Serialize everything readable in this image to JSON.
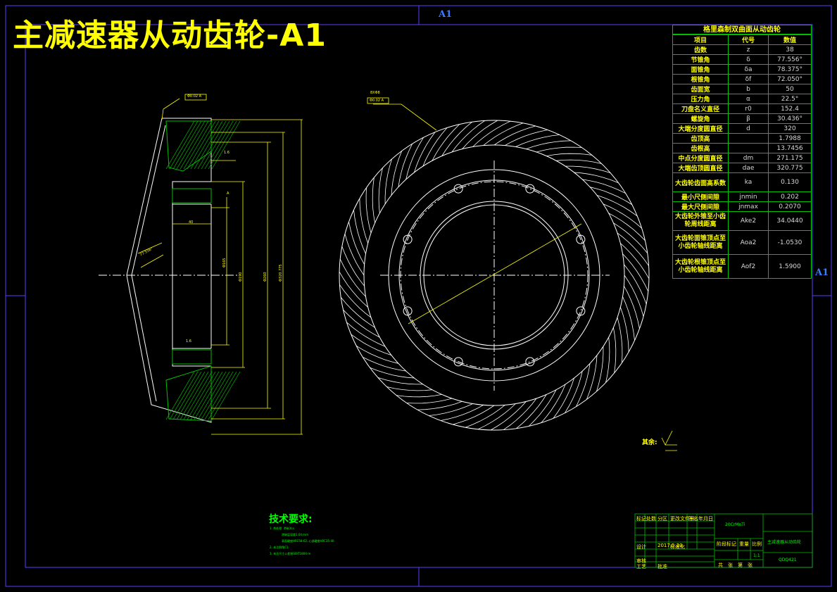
{
  "title": "主减速器从动齿轮-A1",
  "sheet_marks": [
    "A1",
    "A1"
  ],
  "param_table": {
    "title": "格里森制双曲面从动齿轮",
    "header": [
      "项目",
      "代号",
      "数值"
    ],
    "rows": [
      [
        "齿数",
        "z",
        "38"
      ],
      [
        "节锥角",
        "δ",
        "77.556°"
      ],
      [
        "面锥角",
        "δa",
        "78.375°"
      ],
      [
        "根锥角",
        "δf",
        "72.050°"
      ],
      [
        "齿面宽",
        "b",
        "50"
      ],
      [
        "压力角",
        "α",
        "22.5°"
      ],
      [
        "刀盘名义直径",
        "r0",
        "152.4"
      ],
      [
        "螺旋角",
        "β",
        "30.436°"
      ],
      [
        "大端分度圆直径",
        "d",
        "320"
      ],
      [
        "齿顶高",
        "",
        "1.7988"
      ],
      [
        "齿根高",
        "",
        "13.7456"
      ],
      [
        "中点分度圆直径",
        "dm",
        "271.175"
      ],
      [
        "大端齿顶圆直径",
        "dae",
        "320.775"
      ],
      [
        "大齿轮齿面高系数",
        "ka",
        "0.130"
      ],
      [
        "最小尺侧间隙",
        "jnmin",
        "0.202"
      ],
      [
        "最大尺侧间隙",
        "jnmax",
        "0.2070"
      ],
      [
        "大齿轮外锥至小齿轮周线距离",
        "Ake2",
        "34.0440"
      ],
      [
        "大齿轮面锥顶点至小齿轮轴线距离",
        "Aoa2",
        "-1.0530"
      ],
      [
        "大齿轮根锥顶点至小齿轮轴线距离",
        "Aof2",
        "1.5900"
      ]
    ]
  },
  "tech_requirements": {
    "title": "技术要求:",
    "lines": [
      "1. 热处理: 渗碳淬火",
      "渗碳层深度1.04 mm",
      "表面硬度HRC58-62, 心部硬度HRC35-40",
      "2. 未注倒角C1",
      "3. 未注尺寸公差按GB/T1804-m"
    ]
  },
  "rest_roughness": "其余:",
  "annotations": {
    "dim_40": "40",
    "dim_d1": "Φ165",
    "dim_d2": "Φ190",
    "dim_d3": "Φ260",
    "dim_d4": "Φ320.775",
    "angle_label": "77.556°",
    "holes": "8XΦ8",
    "tol_frame": "Φ0.02 A",
    "datum": "A",
    "roughness": "1.6"
  },
  "title_block": {
    "drawing_no": "QDQ421",
    "name": "主减速器从动齿轮",
    "scale": "1:1",
    "material": "20CrMnTi",
    "date": "2017.5.20",
    "labels": [
      "标记",
      "处数",
      "分区",
      "更改文件号",
      "签名",
      "年月日",
      "设计",
      "标准化",
      "阶段标记",
      "重量",
      "比例",
      "审核",
      "工艺",
      "批准",
      "共",
      "张",
      "第",
      "张"
    ]
  },
  "colors": {
    "frame": "#5a3cff",
    "drawing": "#ffffff",
    "dims": "#ffff00",
    "hatch": "#00c000",
    "table": "#00c000"
  }
}
